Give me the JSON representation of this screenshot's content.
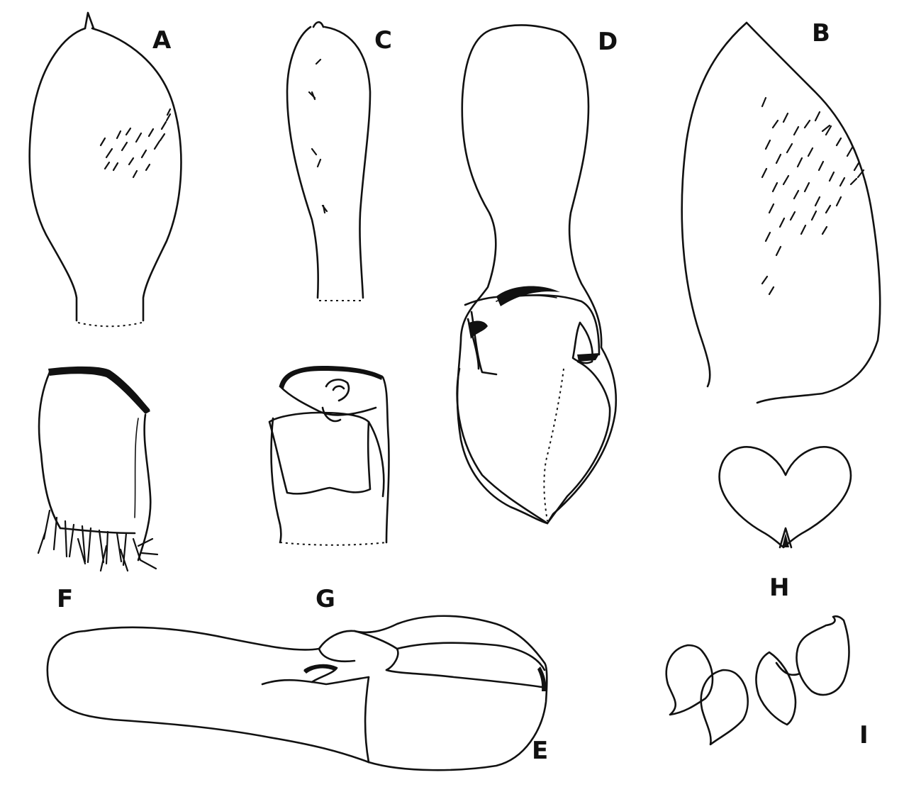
{
  "figure": {
    "labels": {
      "a": "A",
      "b": "B",
      "c": "C",
      "d": "D",
      "e": "E",
      "f": "F",
      "g": "G",
      "h": "H",
      "i": "I"
    },
    "line_color": "#111111",
    "background_color": "#ffffff"
  }
}
